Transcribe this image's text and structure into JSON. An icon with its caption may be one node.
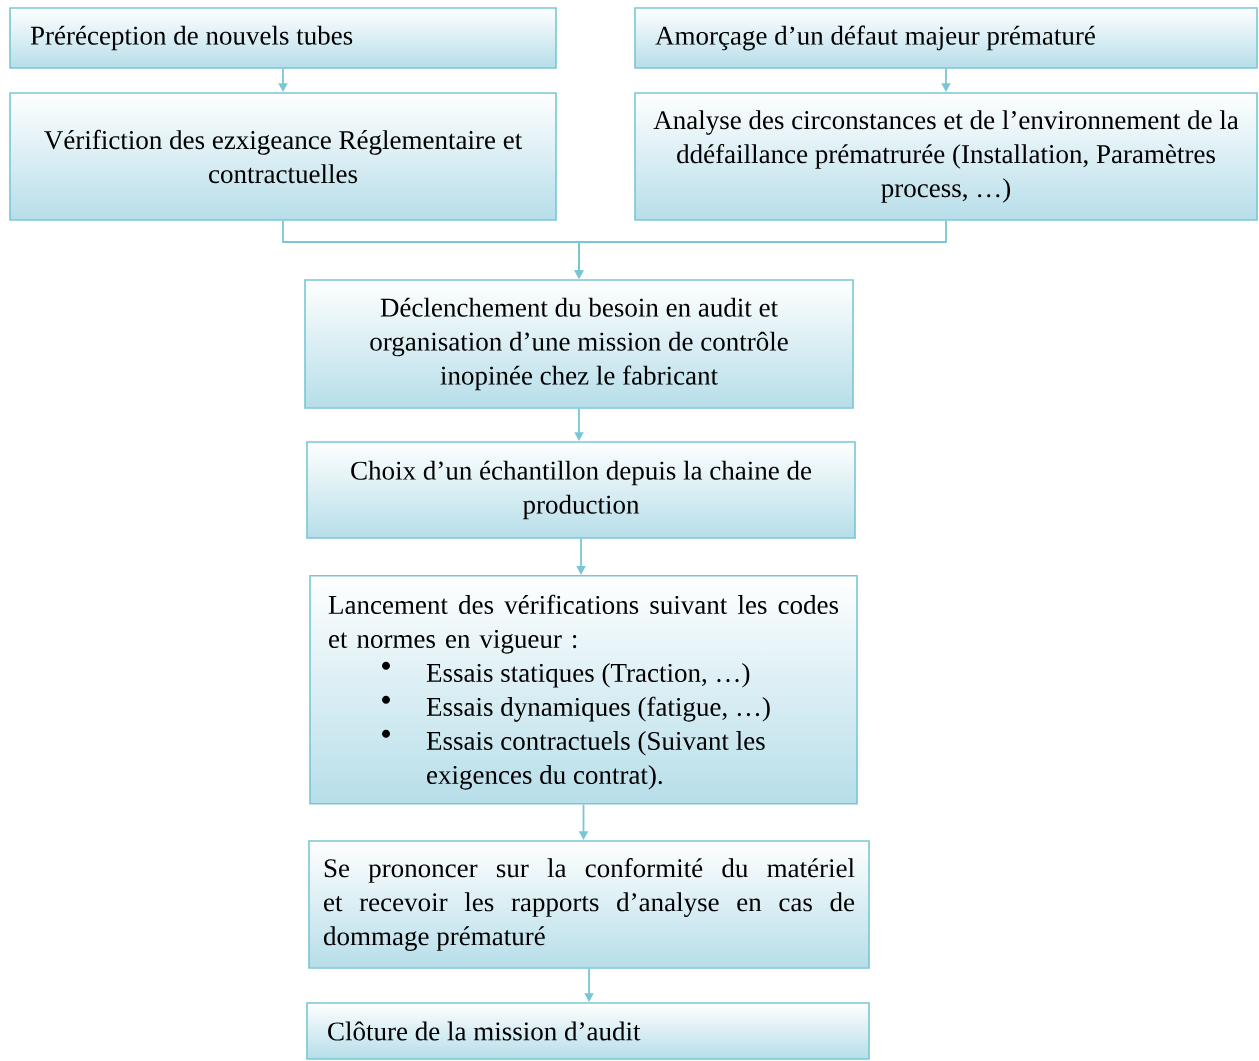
{
  "diagram": {
    "nodes": [
      {
        "text": [
          "Préréception de nouvels tubes"
        ]
      },
      {
        "text": [
          "Amorçage d’un défaut majeur prématuré"
        ]
      },
      {
        "text": [
          "Vérifiction des ezxigeance Réglementaire et contractuelles"
        ]
      },
      {
        "text": [
          "Analyse des circonstances et de l’environnement de la ddéfaillance prématrurée (Installation, Paramètres process, …)"
        ]
      },
      {
        "text": [
          "Déclenchement du besoin en audit et organisation d’une mission de contrôle inopinée chez le fabricant"
        ]
      },
      {
        "text": [
          "Choix d’un échantillon depuis la chaine de production"
        ]
      },
      {
        "text": [
          "Lancement des vérifications suivant les codes et normes en vigueur :",
          "Essais statiques (Traction, …)",
          "Essais dynamiques (fatigue, …)",
          "Essais contractuels (Suivant les exigences du contrat)."
        ]
      },
      {
        "text": [
          "Se prononcer sur la conformité du matériel et recevoir les rapports d’analyse en cas de dommage prématuré"
        ]
      },
      {
        "text": [
          "Clôture de la mission d’audit"
        ]
      }
    ],
    "edges": [
      {
        "from": 0,
        "to": 2,
        "arrow": "to"
      },
      {
        "from": 1,
        "to": 3,
        "arrow": "to"
      },
      {
        "from": 2,
        "to": 4,
        "arrow": "to"
      },
      {
        "from": 3,
        "to": 4,
        "arrow": "to"
      },
      {
        "from": 4,
        "to": 5,
        "arrow": "to"
      },
      {
        "from": 5,
        "to": 6,
        "arrow": "to"
      },
      {
        "from": 6,
        "to": 7,
        "arrow": "to"
      },
      {
        "from": 7,
        "to": 8,
        "arrow": "to"
      }
    ]
  }
}
